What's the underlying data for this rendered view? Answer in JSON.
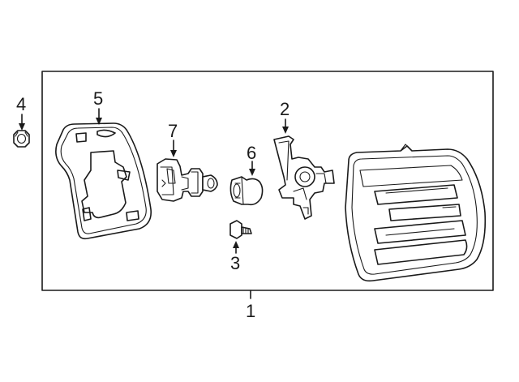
{
  "diagram": {
    "callouts": [
      {
        "id": "1",
        "label": "1"
      },
      {
        "id": "2",
        "label": "2"
      },
      {
        "id": "3",
        "label": "3"
      },
      {
        "id": "4",
        "label": "4"
      },
      {
        "id": "5",
        "label": "5"
      },
      {
        "id": "6",
        "label": "6"
      },
      {
        "id": "7",
        "label": "7"
      }
    ],
    "parts": [
      {
        "icon": "tail-lamp-assembly-icon"
      },
      {
        "icon": "socket-bracket-icon"
      },
      {
        "icon": "screw-icon"
      },
      {
        "icon": "nut-icon"
      },
      {
        "icon": "gasket-icon"
      },
      {
        "icon": "bulb-icon"
      },
      {
        "icon": "bulb-socket-icon"
      }
    ],
    "colors": {
      "line": "#1a1a1a",
      "background": "#ffffff"
    }
  }
}
